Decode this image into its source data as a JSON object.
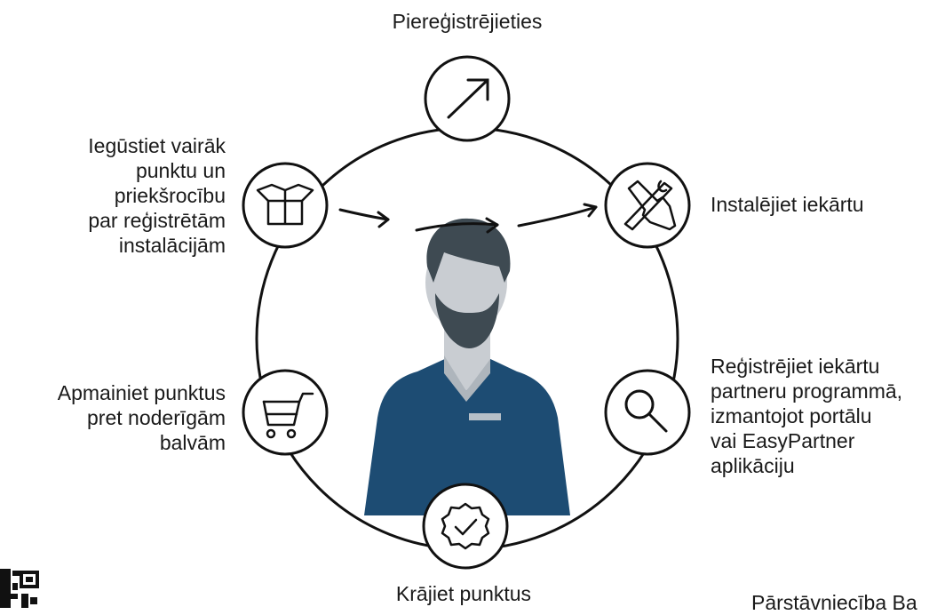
{
  "steps": {
    "register": {
      "label": "Piereģistrējieties",
      "icon": "arrow-up-right-icon"
    },
    "install": {
      "label": "Instalējiet iekārtu",
      "icon": "wrench-screwdriver-icon"
    },
    "register_device": {
      "lines": [
        "Reģistrējiet iekārtu",
        "partneru programmā,",
        "izmantojot portālu",
        "vai EasyPartner",
        "aplikāciju"
      ],
      "icon": "magnifier-icon"
    },
    "collect": {
      "label": "Krājiet punktus",
      "icon": "checkmark-badge-icon"
    },
    "exchange": {
      "lines": [
        "Apmainiet punktus",
        "pret noderīgām",
        "balvām"
      ],
      "icon": "shopping-cart-icon"
    },
    "benefits": {
      "lines": [
        "Iegūstiet vairāk",
        "punktu un",
        "priekšrocību",
        "par reģistrētām",
        "instalācijām"
      ],
      "icon": "open-box-icon"
    }
  },
  "footer": {
    "text": "Pārstāvniecība Ba"
  },
  "colors": {
    "line": "#111111",
    "shirt": "#1d4c73",
    "skin": "#c9cdd2",
    "hair": "#3e4a52",
    "badge": "#b7c0c8"
  }
}
